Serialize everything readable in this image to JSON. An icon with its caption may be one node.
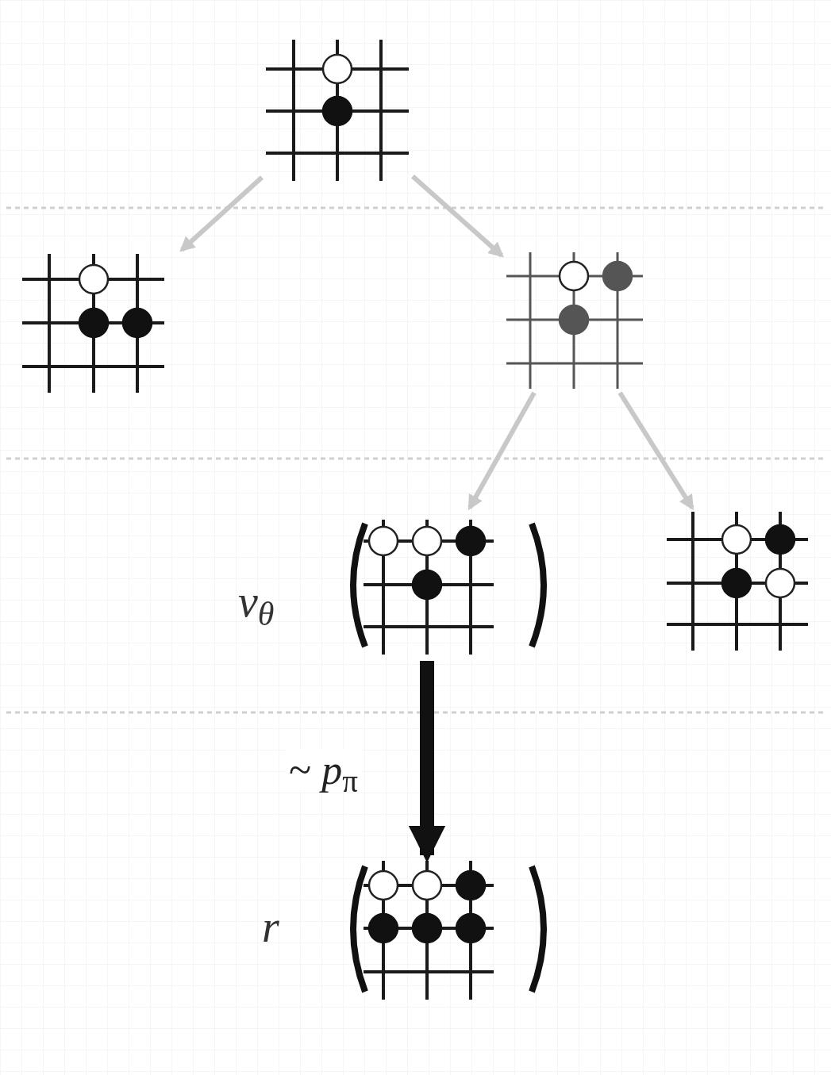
{
  "diagram": {
    "nodes": [
      {
        "text": [],
        "shape": "picture"
      },
      {
        "text": [],
        "shape": "picture"
      },
      {
        "text": [],
        "shape": "picture"
      },
      {
        "text": [],
        "shape": "picture",
        "beside": [
          "*v*$_{θ}$"
        ]
      },
      {
        "text": [],
        "shape": "picture"
      },
      {
        "text": [],
        "shape": "picture",
        "beside": [
          "r"
        ]
      }
    ],
    "edges": [
      {
        "from": 0,
        "to": 1,
        "arrow": "to"
      },
      {
        "from": 0,
        "to": 2,
        "arrow": "to"
      },
      {
        "from": 2,
        "to": 3,
        "arrow": "to"
      },
      {
        "from": 2,
        "to": 4,
        "arrow": "to"
      },
      {
        "from": 3,
        "to": 5,
        "arrow": "to",
        "label": "~ *p*$_{π}$",
        "style": "thick",
        "color": "#111111"
      }
    ]
  }
}
